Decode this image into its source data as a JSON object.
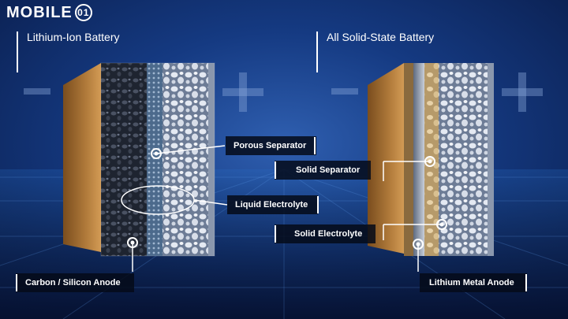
{
  "logo": {
    "text": "MOBILE",
    "badge": "01"
  },
  "left_title": "Lithium-Ion Battery",
  "right_title": "All Solid-State Battery",
  "labels": {
    "porous_separator": "Porous Separator",
    "liquid_electrolyte": "Liquid Electrolyte",
    "carbon_silicon_anode": "Carbon / Silicon Anode",
    "solid_separator": "Solid Separator",
    "solid_electrolyte": "Solid Electrolyte",
    "lithium_metal_anode": "Lithium Metal Anode"
  },
  "colors": {
    "background": "#153a82",
    "copper": "#b07a3a",
    "label_bg": "#05091a"
  }
}
